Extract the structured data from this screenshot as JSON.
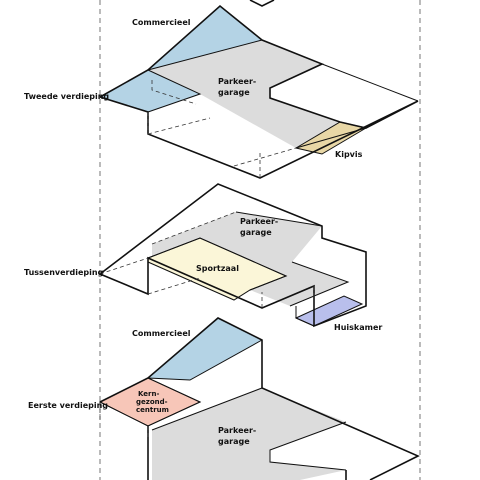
{
  "labels": {
    "levels": {
      "tweede": "Tweede verdieping",
      "tussen": "Tussenverdieping",
      "eerste": "Eerste verdieping"
    },
    "top": {
      "commercieel": "Commercieel",
      "parkeer_1": "Parkeer-",
      "parkeer_2": "garage",
      "kipvis": "Kipvis"
    },
    "middle": {
      "parkeer_1": "Parkeer-",
      "parkeer_2": "garage",
      "sportzaal": "Sportzaal",
      "huiskamer": "Huiskamer"
    },
    "bottom": {
      "commercieel": "Commercieel",
      "kern_1": "Kern-",
      "kern_2": "gezond-",
      "kern_3": "centrum",
      "parkeer_1": "Parkeer-",
      "parkeer_2": "garage"
    }
  },
  "colors": {
    "commercieel": "#b4d3e5",
    "parkeergarage": "#dcdcdc",
    "kipvis": "#e8d7a6",
    "sportzaal": "#fbf6d8",
    "huiskamer": "#b9bfec",
    "kerngezondcentrum": "#f7c6b8",
    "outline": "#111111"
  }
}
